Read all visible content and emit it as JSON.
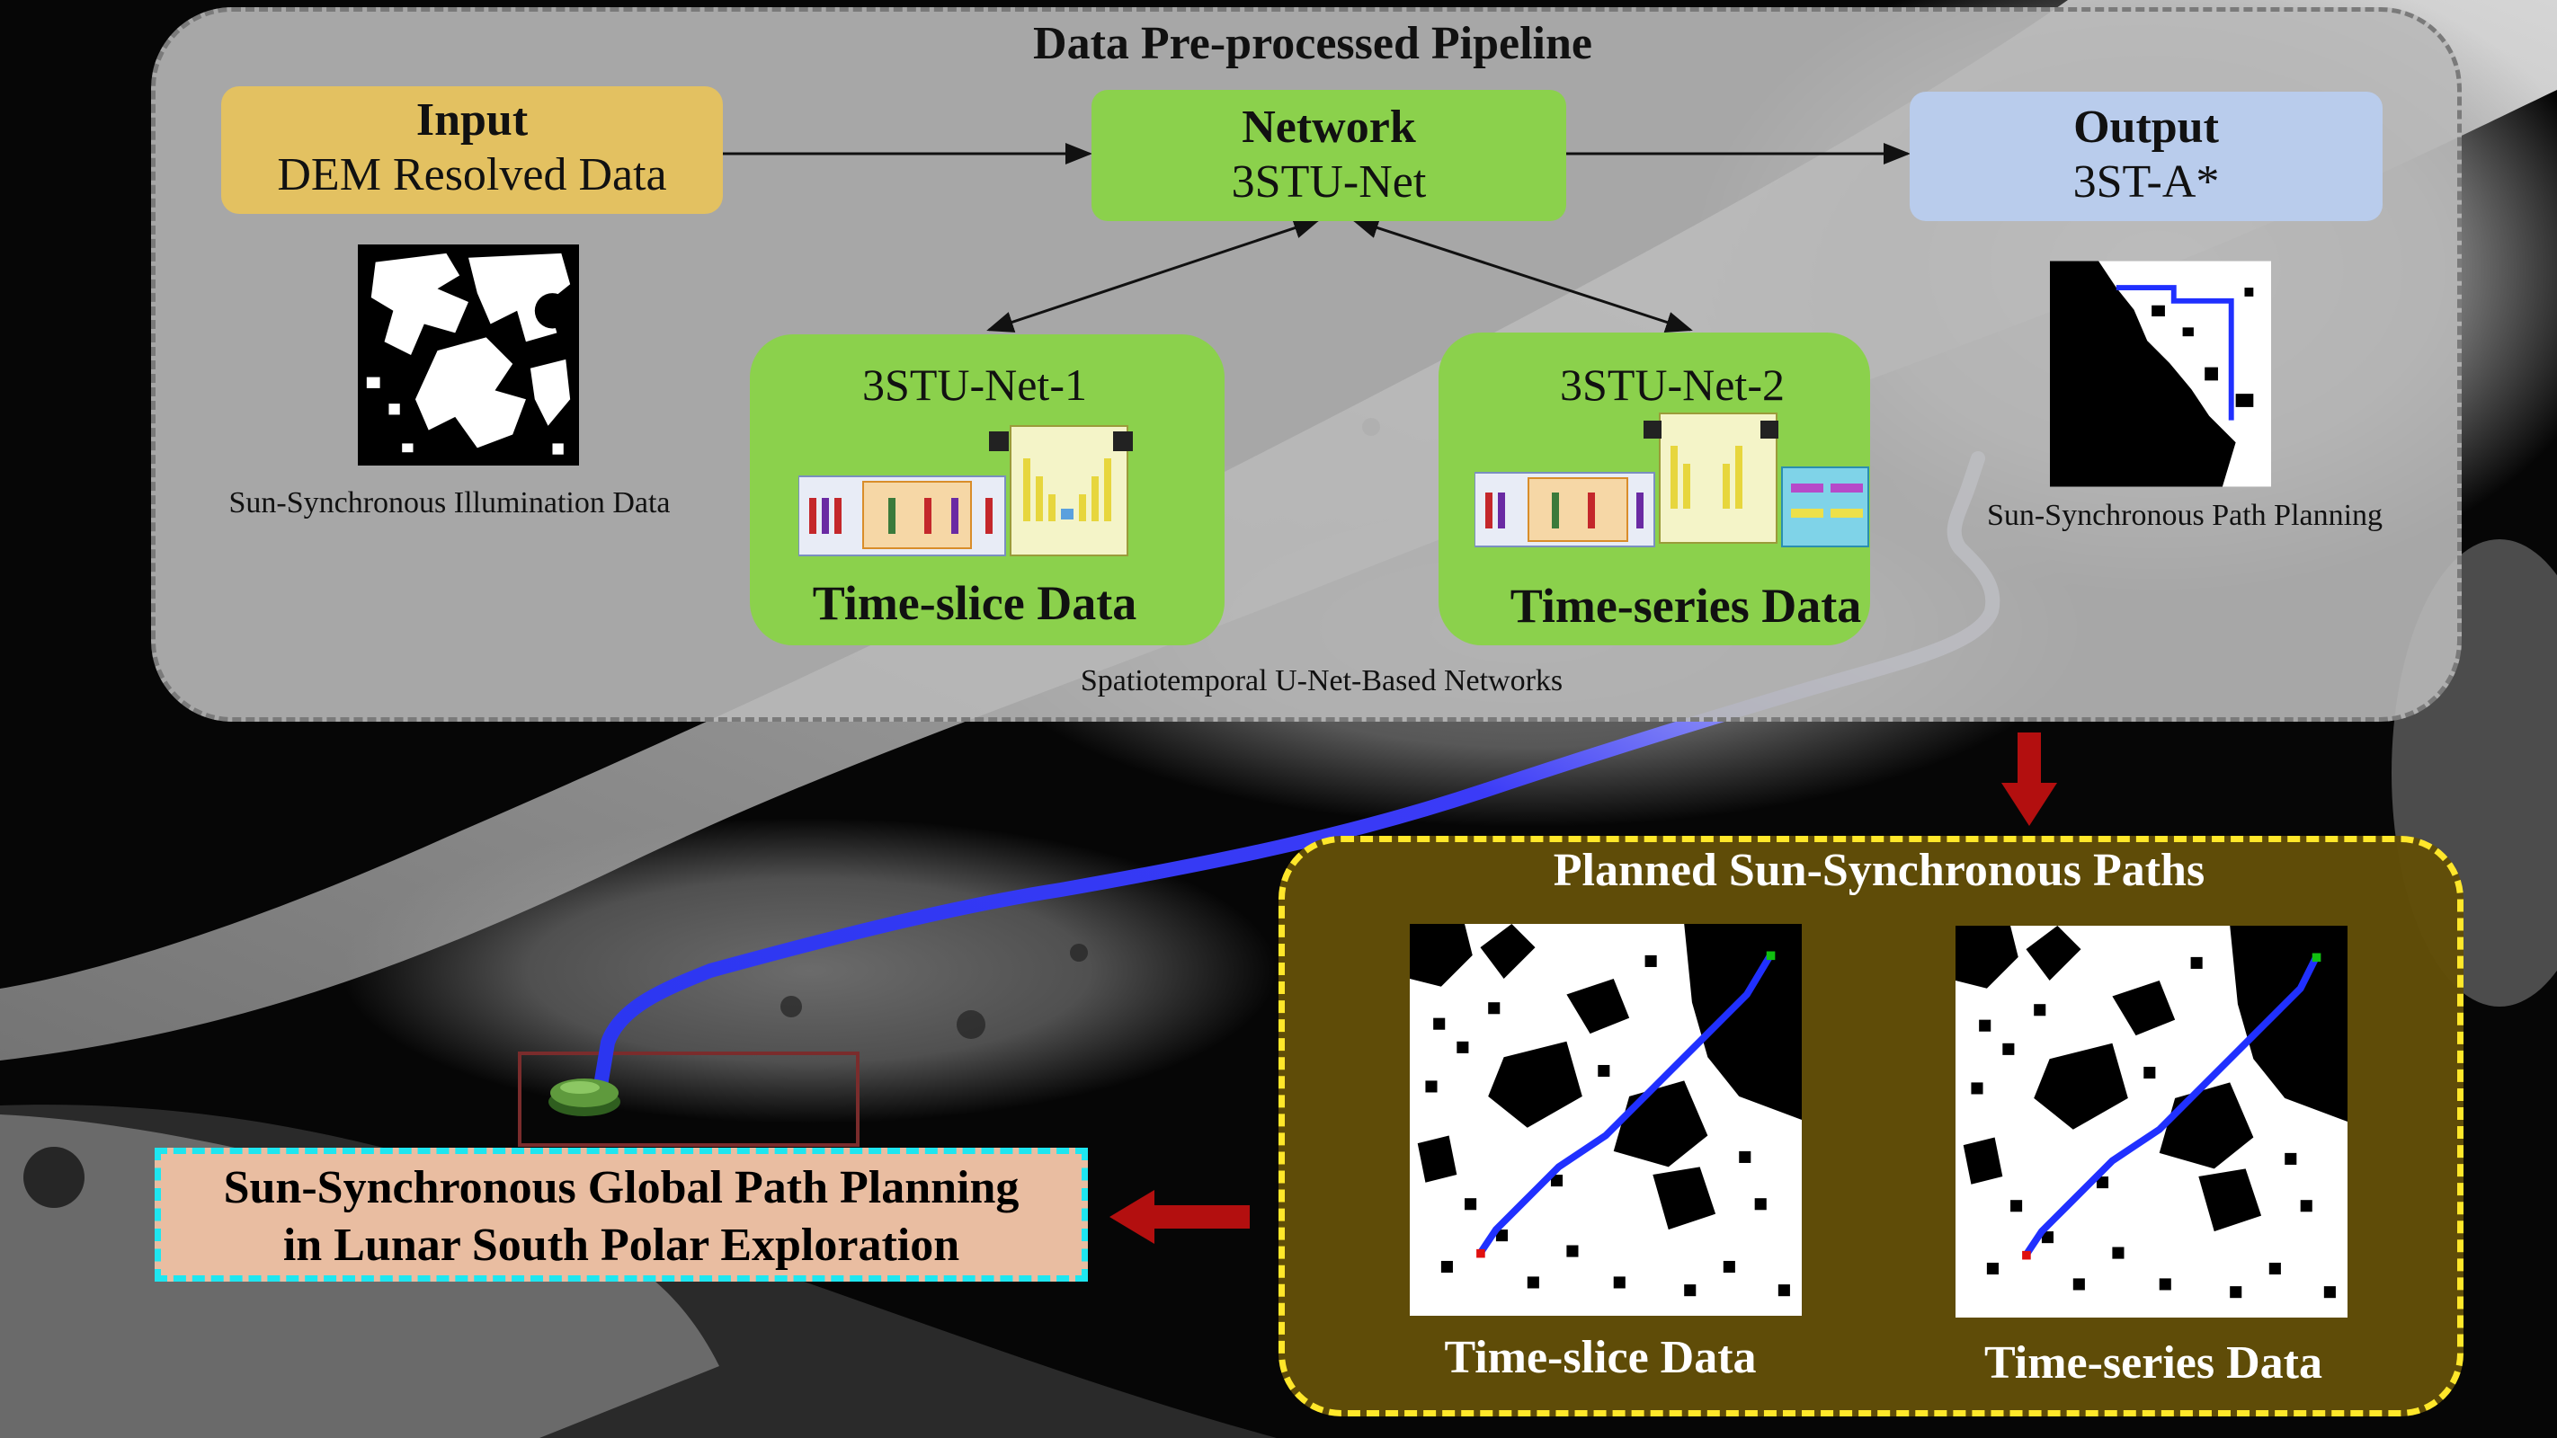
{
  "pipeline": {
    "title": "Data Pre-processed Pipeline",
    "input": {
      "heading": "Input",
      "sub": "DEM Resolved Data",
      "caption": "Sun-Synchronous Illumination Data"
    },
    "network": {
      "heading": "Network",
      "sub": "3STU-Net"
    },
    "output": {
      "heading": "Output",
      "sub": "3ST-A*",
      "caption": "Sun-Synchronous Path Planning"
    },
    "net1": {
      "title": "3STU-Net-1",
      "caption": "Time-slice Data"
    },
    "net2": {
      "title": "3STU-Net-2",
      "caption": "Time-series Data"
    },
    "networks_caption": "Spatiotemporal U-Net-Based Networks"
  },
  "planned": {
    "title": "Planned Sun-Synchronous Paths",
    "left_caption": "Time-slice Data",
    "right_caption": "Time-series Data"
  },
  "final": {
    "line1": "Sun-Synchronous Global Path Planning",
    "line2": "in Lunar South Polar Exploration"
  },
  "colors": {
    "input_fill": "#e3c161",
    "network_fill": "#8bd14c",
    "output_fill": "#b9ccec",
    "arrow_red": "#b30f0f",
    "path_blue": "#3030f5",
    "panel_border_yellow": "#ffe72a",
    "final_border_cyan": "#1ee6f0"
  },
  "icons": {
    "rover": "rover-icon",
    "down_arrow": "red-down-arrow-icon",
    "left_arrow": "red-left-arrow-icon"
  }
}
